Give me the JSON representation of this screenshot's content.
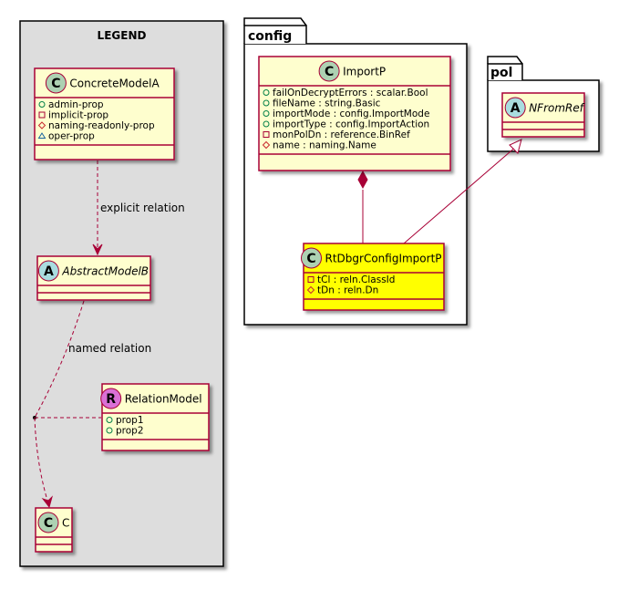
{
  "legend": {
    "title": "LEGEND",
    "relation_labels": {
      "explicit": "explicit relation",
      "named": "named relation"
    },
    "classes": {
      "concrete": {
        "stereotype": "C",
        "name": "ConcreteModelA",
        "attributes": [
          {
            "vis": "+",
            "text": "admin-prop"
          },
          {
            "vis": "-",
            "text": "implicit-prop"
          },
          {
            "vis": "#",
            "text": "naming-readonly-prop"
          },
          {
            "vis": "~",
            "text": "oper-prop"
          }
        ]
      },
      "abstract": {
        "stereotype": "A",
        "name": "AbstractModelB"
      },
      "relation": {
        "stereotype": "R",
        "name": "RelationModel",
        "attributes": [
          {
            "vis": "+",
            "text": "prop1"
          },
          {
            "vis": "+",
            "text": "prop2"
          }
        ]
      },
      "c": {
        "stereotype": "C",
        "name": "C"
      }
    }
  },
  "packages": {
    "config": {
      "name": "config",
      "importp": {
        "stereotype": "C",
        "name": "ImportP",
        "attributes": [
          {
            "vis": "+",
            "text": "failOnDecryptErrors : scalar.Bool"
          },
          {
            "vis": "+",
            "text": "fileName : string.Basic"
          },
          {
            "vis": "+",
            "text": "importMode : config.ImportMode"
          },
          {
            "vis": "+",
            "text": "importType : config.ImportAction"
          },
          {
            "vis": "-",
            "text": "monPolDn : reference.BinRef"
          },
          {
            "vis": "#",
            "text": "name : naming.Name"
          }
        ]
      },
      "rtdbgr": {
        "stereotype": "C",
        "name": "RtDbgrConfigImportP",
        "attributes": [
          {
            "vis": "-",
            "text": "tCl : reln.ClassId"
          },
          {
            "vis": "#",
            "text": "tDn : reln.Dn"
          }
        ]
      }
    },
    "pol": {
      "name": "pol",
      "nfromref": {
        "stereotype": "A",
        "name": "NFromRef"
      }
    }
  },
  "colors": {
    "class_fill": "#FEFECE",
    "class_border": "#A80036",
    "arrow": "#A80036",
    "highlight_fill": "#FFFF00",
    "legend_bg": "#DDDDDD",
    "stereo_c": "#ADD1B2",
    "stereo_a": "#A9DCDF",
    "stereo_r": "#DA70D6"
  }
}
